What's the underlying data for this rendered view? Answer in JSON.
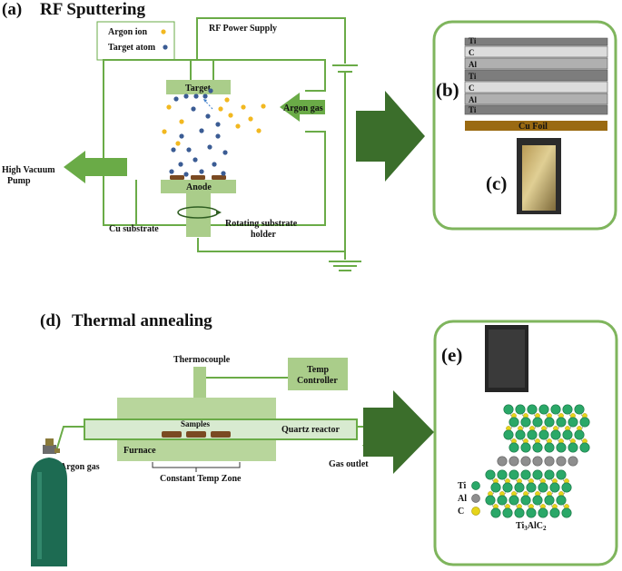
{
  "panel_a": {
    "letter": "(a)",
    "title": "RF Sputtering",
    "legend_argon_ion": "Argon ion",
    "legend_target_atom": "Target atom",
    "rf_power_supply": "RF Power Supply",
    "target": "Target",
    "argon_gas": "Argon gas",
    "high_vacuum_line1": "High Vacuum",
    "high_vacuum_line2": "Pump",
    "anode": "Anode",
    "cu_substrate": "Cu substrate",
    "rotating_line1": "Rotating substrate",
    "rotating_line2": "holder"
  },
  "panel_b": {
    "letter": "(b)",
    "layers": [
      "Ti",
      "C",
      "Al",
      "Ti",
      "C",
      "Al",
      "Ti"
    ],
    "base": "Cu Foil"
  },
  "panel_c": {
    "letter": "(c)"
  },
  "panel_d": {
    "letter": "(d)",
    "title": "Thermal annealing",
    "thermocouple": "Thermocouple",
    "temp_line1": "Temp",
    "temp_line2": "Controller",
    "samples": "Samples",
    "quartz_reactor": "Quartz reactor",
    "furnace": "Furnace",
    "constant_zone": "Constant Temp Zone",
    "argon_gas": "Argon gas",
    "gas_outlet": "Gas outlet"
  },
  "panel_e": {
    "letter": "(e)",
    "legend": [
      "Ti",
      "Al",
      "C"
    ],
    "formula_main": "Ti",
    "formula_sub1": "3",
    "formula_mid": "AlC",
    "formula_sub2": "2"
  },
  "colors": {
    "green_line": "#6aab47",
    "green_panel_border": "#7fb55d",
    "green_block": "#aacd8a",
    "dark_arrow": "#3b6e2b",
    "argon_ion": "#f2b820",
    "target_atom": "#3b5c94",
    "ti_atom": "#2aa868",
    "al_atom": "#8e8e8e",
    "c_atom": "#e6d419",
    "cu_foil": "#9a6a12",
    "cylinder": "#1d6b52"
  }
}
